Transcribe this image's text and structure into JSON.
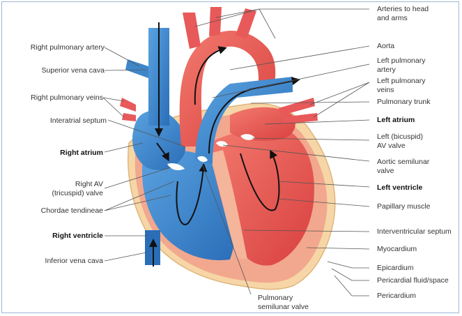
{
  "labels": {
    "arteries_head_arms": [
      "Arteries to head",
      "and arms"
    ],
    "aorta": "Aorta",
    "left_pulmonary_artery": [
      "Left pulmonary",
      "artery"
    ],
    "left_pulmonary_veins": [
      "Left pulmonary",
      "veins"
    ],
    "pulmonary_trunk": "Pulmonary trunk",
    "left_atrium": "Left atrium",
    "left_av_valve": [
      "Left (bicuspid)",
      "AV valve"
    ],
    "aortic_semilunar_valve": [
      "Aortic semilunar",
      "valve"
    ],
    "left_ventricle": "Left ventricle",
    "papillary_muscle": "Papillary muscle",
    "interventricular_septum": "Interventricular septum",
    "myocardium": "Myocardium",
    "epicardium": "Epicardium",
    "pericardial_fluid": "Pericardial fluid/space",
    "pericardium": "Pericardium",
    "pulmonary_semilunar_valve": [
      "Pulmonary",
      "semilunar valve"
    ],
    "right_pulmonary_artery": "Right pulmonary artery",
    "superior_vena_cava": "Superior vena cava",
    "right_pulmonary_veins": "Right pulmonary veins",
    "interatrial_septum": "Interatrial septum",
    "right_atrium": "Right atrium",
    "right_av_valve": [
      "Right AV",
      "(tricuspid) valve"
    ],
    "chordae_tendineae": "Chordae tendineae",
    "right_ventricle": "Right ventricle",
    "inferior_vena_cava": "Inferior vena cava"
  },
  "colors": {
    "oxygenated": "#e8595a",
    "deoxygenated": "#3f86c9",
    "pericardium": "#f3c98f",
    "myocardium": "#f0a28a",
    "border": "#9bb8d6"
  }
}
